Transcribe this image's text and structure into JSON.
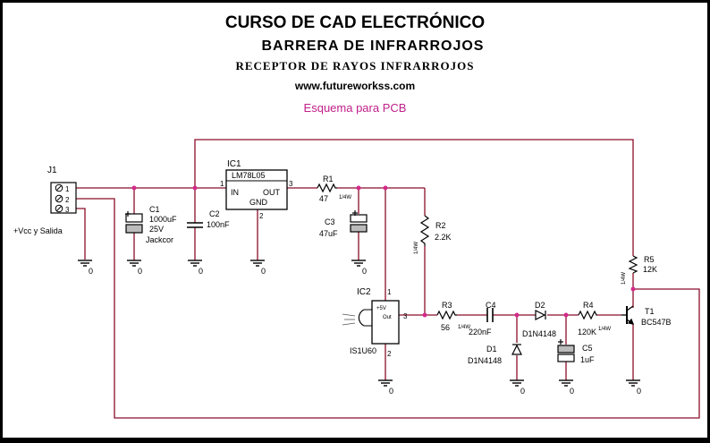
{
  "titles": {
    "course": "CURSO DE CAD ELECTRÓNICO",
    "project": "BARRERA DE INFRARROJOS",
    "subtitle": "RECEPTOR DE RAYOS INFRARROJOS",
    "website": "www.futureworkss.com",
    "description": "Esquema para PCB"
  },
  "colors": {
    "wire_red": "#8b0e2a",
    "dot_magenta": "#d42a8a",
    "ink": "#000000",
    "description_text": "#c0208a"
  },
  "connector": {
    "ref": "J1",
    "pins": [
      "1",
      "2",
      "3"
    ],
    "label": "+Vcc y Salida"
  },
  "regulator": {
    "ref": "IC1",
    "part": "LM78L05",
    "in_label": "IN",
    "out_label": "OUT",
    "gnd_label": "GND",
    "pin_in": "1",
    "pin_out": "3",
    "pin_gnd": "2"
  },
  "capacitors": {
    "c1": {
      "ref": "C1",
      "value": "1000uF",
      "voltage": "25V",
      "note": "Jackcor"
    },
    "c2": {
      "ref": "C2",
      "value": "100nF"
    },
    "c3": {
      "ref": "C3",
      "value": "47uF"
    },
    "c4": {
      "ref": "C4",
      "value": "220nF"
    },
    "c5": {
      "ref": "C5",
      "value": "1uF"
    }
  },
  "resistors": {
    "r1": {
      "ref": "R1",
      "value": "47",
      "power": "1/4W"
    },
    "r2": {
      "ref": "R2",
      "value": "2.2K",
      "power": "1/4W"
    },
    "r3": {
      "ref": "R3",
      "value": "56",
      "power": "1/4W"
    },
    "r4": {
      "ref": "R4",
      "value": "120K",
      "power": "1/4W"
    },
    "r5": {
      "ref": "R5",
      "value": "12K",
      "power": "1/4W"
    }
  },
  "receiver": {
    "ref": "IC2",
    "part": "IS1U60",
    "vcc_label": "+5V",
    "out_label": "Out",
    "pin1": "1",
    "pin2": "2",
    "pin3": "3"
  },
  "diodes": {
    "d1": {
      "ref": "D1",
      "part": "D1N4148"
    },
    "d2": {
      "ref": "D2",
      "part": "D1N4148"
    }
  },
  "transistor": {
    "ref": "T1",
    "part": "BC547B"
  },
  "ground_label": "0"
}
